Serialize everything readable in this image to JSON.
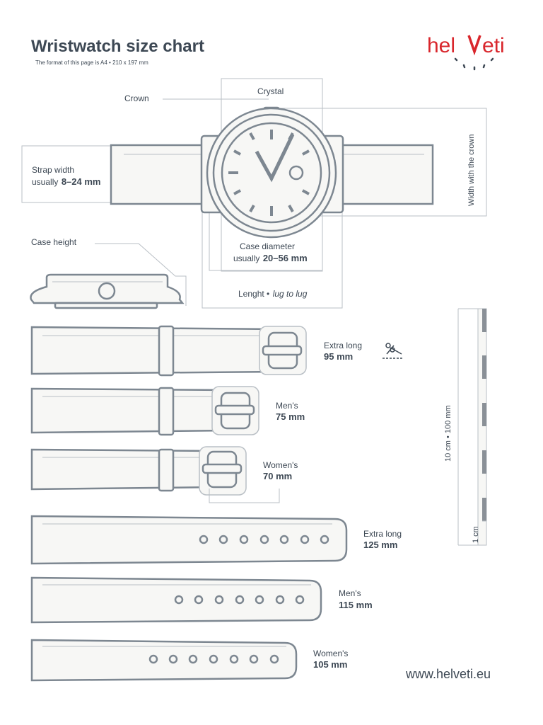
{
  "header": {
    "title": "Wristwatch size chart",
    "subtitle": "The format of this page is A4 • 210 x 197 mm"
  },
  "logo": {
    "text_left": "hel",
    "text_right": "eti",
    "accent_color": "#d9262c"
  },
  "watch": {
    "crown": "Crown",
    "crystal": "Crystal",
    "width_with_crown": "Width with the crown",
    "strap_width_label": "Strap width",
    "strap_width_prefix": "usually",
    "strap_width_value": "8–24 mm",
    "case_height": "Case height",
    "case_diameter_label": "Case diameter",
    "case_diameter_prefix": "usually",
    "case_diameter_value": "20–56 mm",
    "length_label": "Lenght •",
    "length_italic": "lug to lug"
  },
  "buckle_straps": [
    {
      "name": "Extra long",
      "size": "95 mm"
    },
    {
      "name": "Men's",
      "size": "75 mm"
    },
    {
      "name": "Women's",
      "size": "70 mm"
    }
  ],
  "hole_straps": [
    {
      "name": "Extra long",
      "size": "125 mm"
    },
    {
      "name": "Men's",
      "size": "115 mm"
    },
    {
      "name": "Women's",
      "size": "105 mm"
    }
  ],
  "ruler": {
    "label": "10 cm • 100 mm",
    "unit": "1 cm"
  },
  "icons": [
    "scissors-icon"
  ],
  "colors": {
    "line": "#7d8791",
    "fill": "#f7f7f5",
    "text": "#3d4854",
    "ruler_dark": "#8a9097"
  },
  "footer": {
    "url": "www.helveti.eu"
  }
}
